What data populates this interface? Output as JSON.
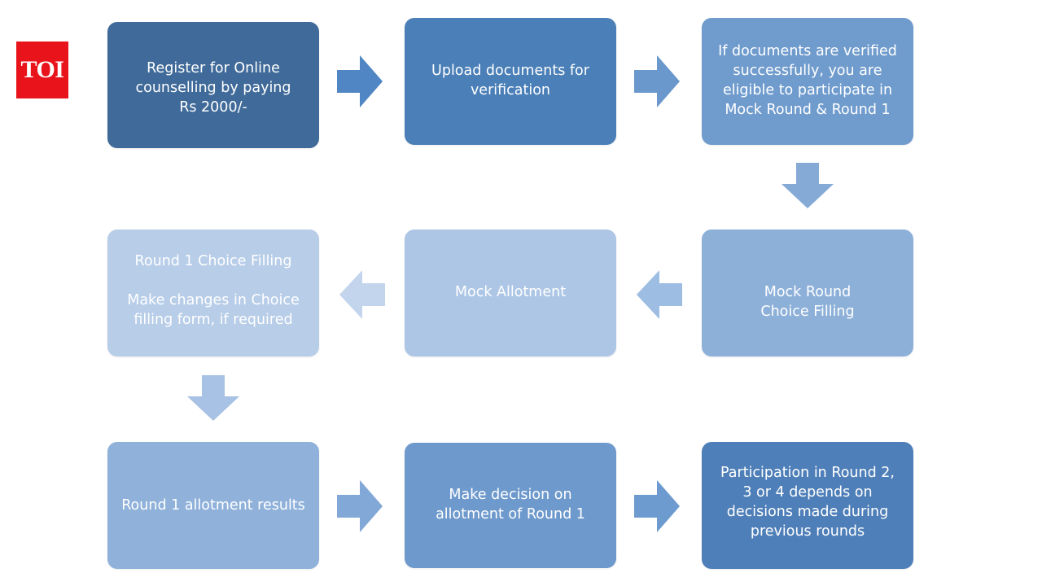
{
  "logo": {
    "text": "TOI",
    "color": "#e8131b"
  },
  "steps": [
    {
      "id": "register",
      "text": "Register for Online\ncounselling by paying\nRs 2000/-"
    },
    {
      "id": "upload",
      "text": "Upload documents for\nverification"
    },
    {
      "id": "verified",
      "text": "If documents are verified\nsuccessfully, you are\neligible to participate in\nMock Round & Round 1"
    },
    {
      "id": "mock-round",
      "text": "Mock Round\nChoice Filling"
    },
    {
      "id": "mock-allotment",
      "text": "Mock Allotment"
    },
    {
      "id": "round1-choice",
      "text": "Round 1 Choice Filling\n\nMake changes in Choice\nfilling form, if required"
    },
    {
      "id": "round1-results",
      "text": "Round 1 allotment results"
    },
    {
      "id": "decision",
      "text": "Make decision on\nallotment of Round 1"
    },
    {
      "id": "participation",
      "text": "Participation in Round 2,\n3 or 4 depends on\ndecisions made during\nprevious rounds"
    }
  ],
  "colors": {
    "step1": "#3f6a99",
    "step2": "#4a7fb7",
    "step3": "#6f9bcd",
    "step4": "#8db0d9",
    "step5": "#adc6e6",
    "step6": "#b7cde8",
    "step7": "#8fb1da",
    "step8": "#6e99cc",
    "step9": "#4f7fb8"
  }
}
